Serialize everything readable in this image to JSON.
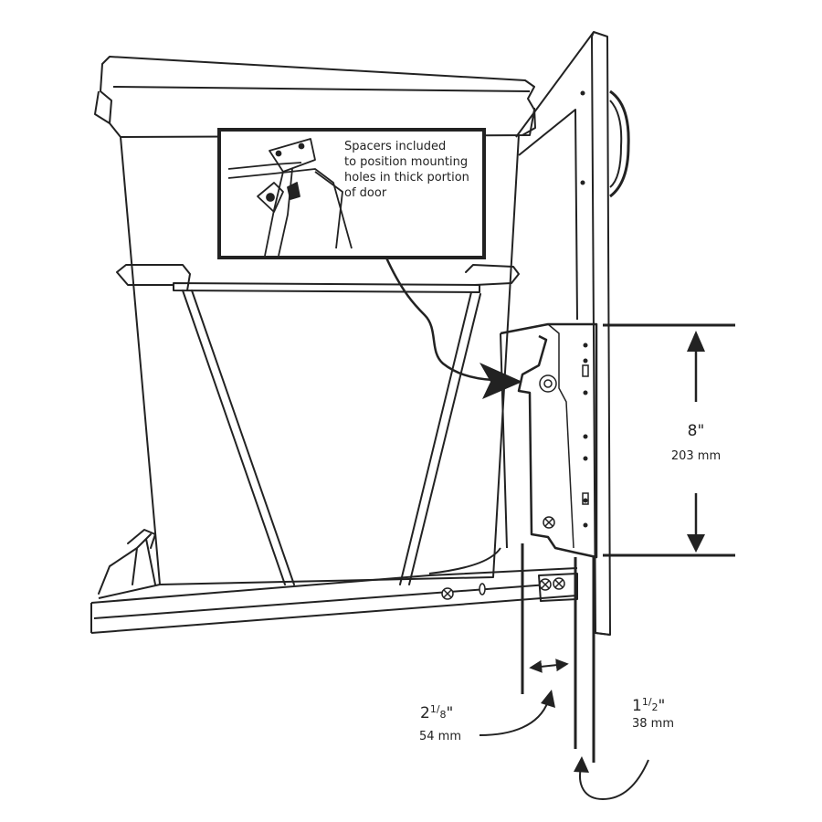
{
  "callout": {
    "lines": [
      "Spacers included",
      "to position mounting",
      "holes in thick portion",
      "of door"
    ]
  },
  "dimensions": {
    "height": {
      "imperial": "8\"",
      "metric": "203 mm"
    },
    "setback": {
      "whole": "2",
      "num": "1",
      "den": "8",
      "inch_mark": "\"",
      "metric": "54 mm"
    },
    "door": {
      "whole": "1",
      "num": "1",
      "den": "2",
      "inch_mark": "\"",
      "metric": "38 mm"
    }
  },
  "colors": {
    "line": "#222222",
    "background": "#ffffff"
  }
}
